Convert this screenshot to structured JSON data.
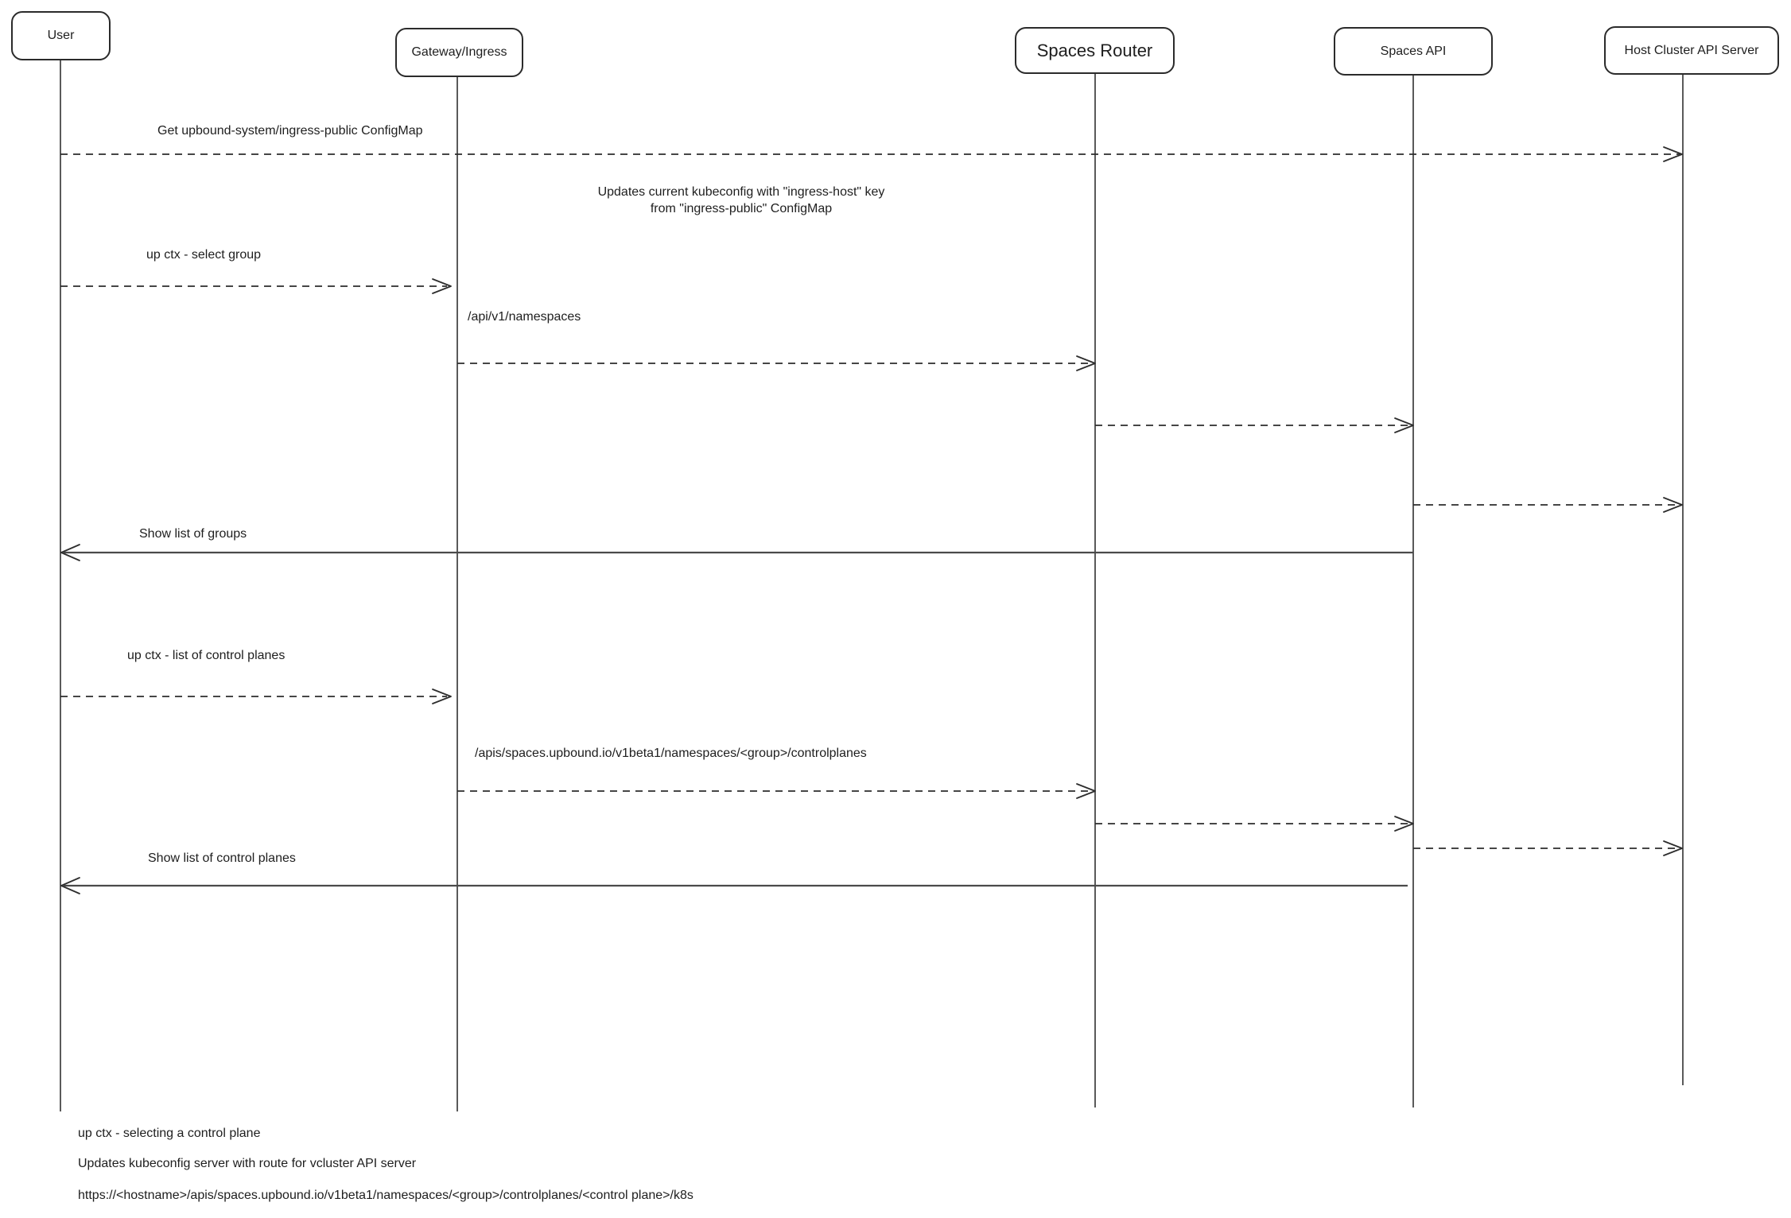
{
  "diagram": {
    "type": "sequence-diagram",
    "actors": [
      {
        "name": "User"
      },
      {
        "name": "Gateway/Ingress"
      },
      {
        "name": "Spaces Router"
      },
      {
        "name": "Spaces API"
      },
      {
        "name": "Host Cluster API Server"
      }
    ],
    "messages": [
      {
        "from": "User",
        "to": "Host Cluster API Server",
        "label": "Get upbound-system/ingress-public ConfigMap",
        "line": "dashed"
      },
      {
        "from": "User",
        "to": "Gateway/Ingress",
        "label": "up ctx - select group",
        "line": "dashed"
      },
      {
        "from": "Gateway/Ingress",
        "to": "Spaces Router",
        "label": "/api/v1/namespaces",
        "line": "dashed"
      },
      {
        "from": "Spaces Router",
        "to": "Spaces API",
        "label": "",
        "line": "dashed"
      },
      {
        "from": "Spaces API",
        "to": "Host Cluster API Server",
        "label": "",
        "line": "dashed"
      },
      {
        "from": "Spaces API",
        "to": "User",
        "label": "Show list of groups",
        "line": "solid"
      },
      {
        "from": "User",
        "to": "Gateway/Ingress",
        "label": "up ctx - list of control planes",
        "line": "dashed"
      },
      {
        "from": "Gateway/Ingress",
        "to": "Spaces Router",
        "label": "/apis/spaces.upbound.io/v1beta1/namespaces/<group>/controlplanes",
        "line": "dashed"
      },
      {
        "from": "Spaces Router",
        "to": "Spaces API",
        "label": "",
        "line": "dashed"
      },
      {
        "from": "Spaces API",
        "to": "Host Cluster API Server",
        "label": "",
        "line": "dashed"
      },
      {
        "from": "Spaces API",
        "to": "User",
        "label": "Show list of control planes",
        "line": "solid"
      }
    ],
    "note": {
      "text": "Updates current kubeconfig with \"ingress-host\" key\nfrom \"ingress-public\" ConfigMap"
    },
    "footnotes": [
      {
        "text": "up ctx - selecting a control plane"
      },
      {
        "text": "Updates kubeconfig server with route for vcluster API server"
      },
      {
        "text": "https://<hostname>/apis/spaces.upbound.io/v1beta1/namespaces/<group>/controlplanes/<control plane>/k8s"
      }
    ],
    "colors": {
      "stroke": "#2d2d2d",
      "text": "#1e1e1e",
      "background": "#ffffff"
    }
  }
}
